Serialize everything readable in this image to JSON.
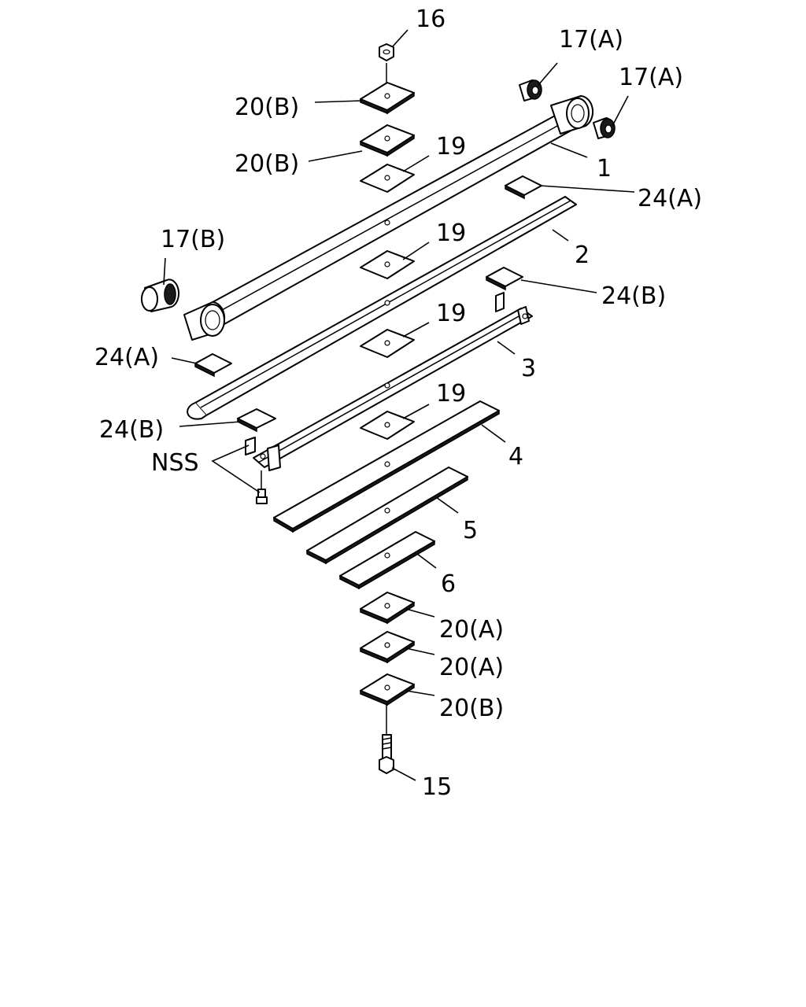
{
  "diagram": {
    "labels": {
      "p16": "16",
      "p17a_1": "17(A)",
      "p17a_2": "17(A)",
      "p20b_1": "20(B)",
      "p20b_2": "20(B)",
      "p19_1": "19",
      "p1": "1",
      "p24a_1": "24(A)",
      "p17b": "17(B)",
      "p19_2": "19",
      "p2": "2",
      "p24b_1": "24(B)",
      "p19_3": "19",
      "p24a_2": "24(A)",
      "p3": "3",
      "p19_4": "19",
      "p24b_2": "24(B)",
      "nss": "NSS",
      "p4": "4",
      "p5": "5",
      "p6": "6",
      "p20a_1": "20(A)",
      "p20a_2": "20(A)",
      "p20b_3": "20(B)",
      "p15": "15"
    }
  }
}
